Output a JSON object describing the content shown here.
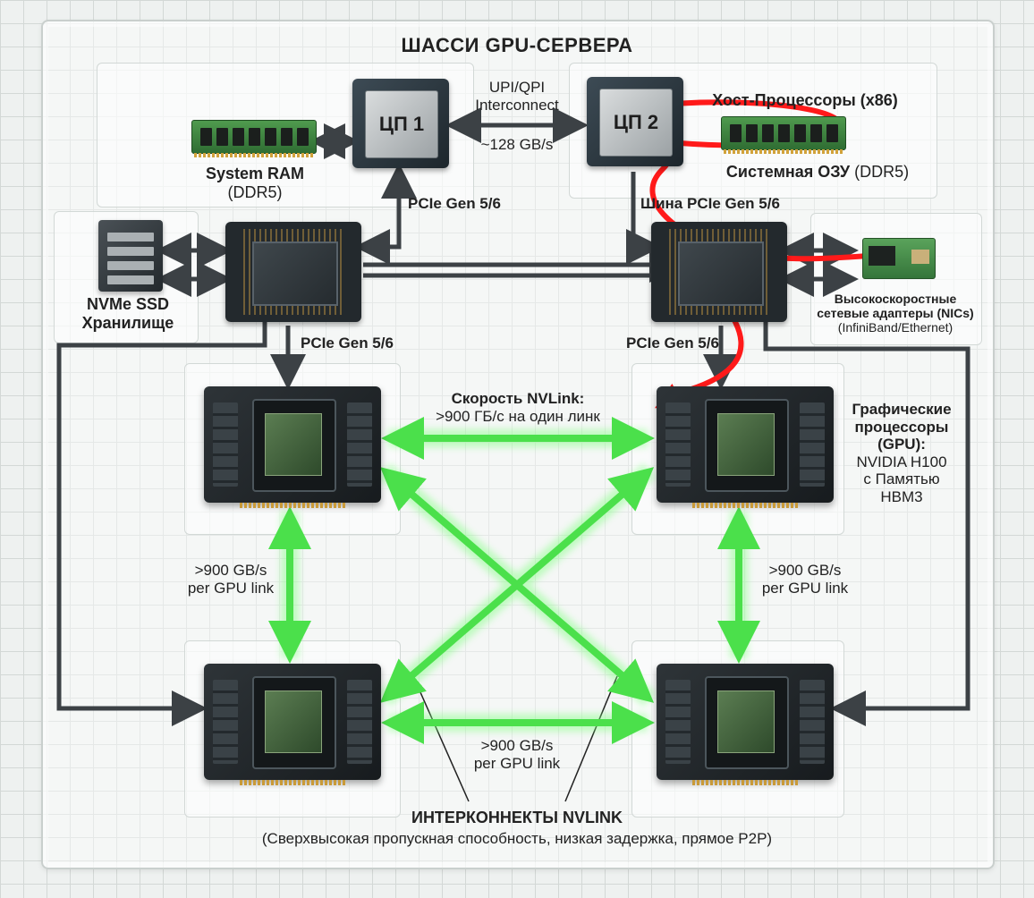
{
  "title": "ШАССИ GPU-СЕРВЕРА",
  "cpus": [
    {
      "label": "ЦП 1"
    },
    {
      "label": "ЦП 2"
    }
  ],
  "interconnect": {
    "name_line1": "UPI/QPI",
    "name_line2": "Interconnect",
    "speed": "~128 GB/s"
  },
  "host_cpus_label": "Хост-Процессоры (x86)",
  "system_ram": {
    "line1": "System RAM",
    "line2": "(DDR5)"
  },
  "system_ram_ru": {
    "line1": "Системная ОЗУ",
    "line2": "(DDR5)"
  },
  "pcie_labels": {
    "cpu1_down": "PCIe Gen 5/6",
    "cpu2_bus": "Шина PCIe Gen 5/6",
    "switch_left": "PCIe Gen 5/6",
    "switch_right": "PCIe Gen 5/6"
  },
  "nvme": {
    "line1": "NVMe SSD",
    "line2": "Хранилище"
  },
  "nics": {
    "line1": "Высокоскоростные",
    "line2": "сетевые адаптеры (NICs)",
    "line3": "(InfiniBand/Ethernet)"
  },
  "nvlink_top": {
    "line1": "Скорость NVLink:",
    "line2": ">900 ГБ/с на один линк"
  },
  "gpu_desc": {
    "line1": "Графические",
    "line2": "процессоры",
    "line3": "(GPU):",
    "line4": "NVIDIA H100",
    "line5": "с Памятью",
    "line6": "HBM3"
  },
  "link_left": {
    "line1": ">900 GB/s",
    "line2": "per GPU link"
  },
  "link_right": {
    "line1": ">900 GB/s",
    "line2": "per GPU link"
  },
  "link_bottom": {
    "line1": ">900 GB/s",
    "line2": "per GPU link"
  },
  "footer": {
    "title": "ИНТЕРКОННЕКТЫ NVLINK",
    "subtitle": "(Сверхвысокая пропускная способность, низкая задержка, прямое P2P)"
  },
  "colors": {
    "nvlink": "#4be04b",
    "annotation": "#ff1a1a",
    "connector": "#3c4145"
  }
}
